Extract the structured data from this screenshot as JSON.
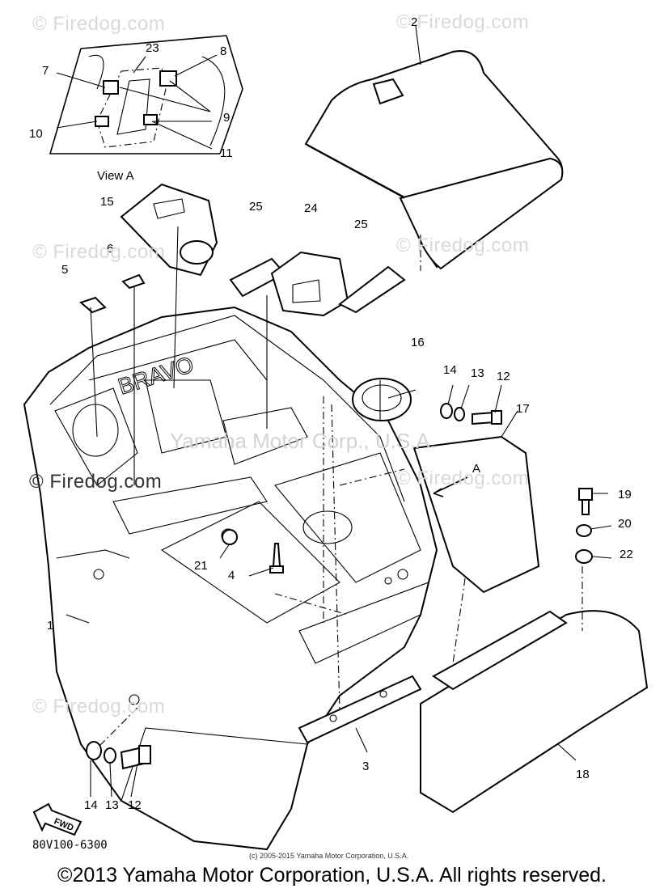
{
  "watermarks": [
    "© Firedog.com",
    "© Firedog.com",
    "© Firedog.com",
    "© Firedog.com",
    "© Firedog.com",
    "© Firedog.com",
    "© Firedog.com"
  ],
  "center_watermark": "Yamaha Motor Corp., U.S.A.",
  "view_label": "View A",
  "bravo_text": "BRAVO",
  "fwd_text": "FWD",
  "arrow_a": "A",
  "callouts": [
    "1",
    "2",
    "3",
    "4",
    "5",
    "6",
    "7",
    "8",
    "9",
    "10",
    "11",
    "12",
    "12",
    "13",
    "13",
    "14",
    "14",
    "15",
    "16",
    "17",
    "18",
    "19",
    "20",
    "21",
    "22",
    "23",
    "24",
    "25",
    "25"
  ],
  "diagram_code": "80V100-6300",
  "small_notice": "(c) 2005-2015 Yamaha Motor Corporation, U.S.A.",
  "footer": "©2013 Yamaha Motor Corporation, U.S.A. All rights reserved."
}
